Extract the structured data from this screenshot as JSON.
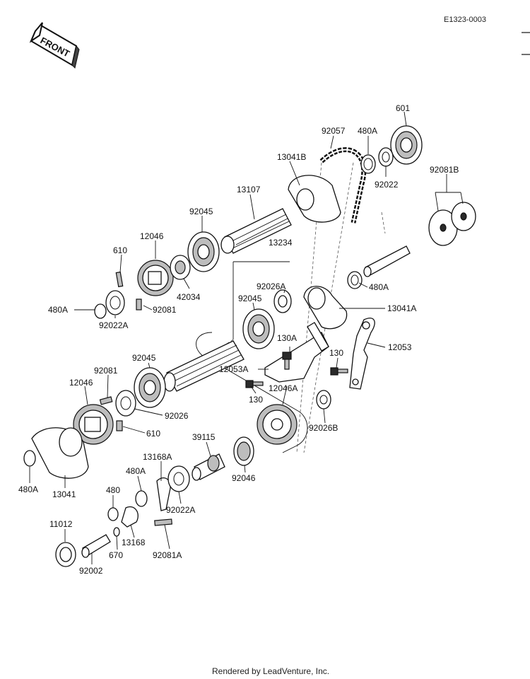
{
  "document_id": "E1323-0003",
  "front_label": "FRONT",
  "footer": "Rendered by LeadVenture, Inc.",
  "parts": {
    "p601": "601",
    "p92057": "92057",
    "p480A_top": "480A",
    "p13041B": "13041B",
    "p92022": "92022",
    "p92081B": "92081B",
    "p13107": "13107",
    "p92045_a": "92045",
    "p12046_a": "12046",
    "p610_a": "610",
    "p42034": "42034",
    "p13234": "13234",
    "p480A_right": "480A",
    "p92026A": "92026A",
    "p13041A": "13041A",
    "p480A_left": "480A",
    "p92081_a": "92081",
    "p92022A_a": "92022A",
    "p92045_b": "92045",
    "p130A": "130A",
    "p12053": "12053",
    "p130_right": "130",
    "p92045_c": "92045",
    "p12053A": "12053A",
    "p92081_b": "92081",
    "p12046A": "12046A",
    "p130_mid": "130",
    "p12046_b": "12046",
    "p92026": "92026",
    "p92026B": "92026B",
    "p610_b": "610",
    "p39115": "39115",
    "p13168A": "13168A",
    "p480A_mid": "480A",
    "p92046": "92046",
    "p480A_bottom": "480A",
    "p13041": "13041",
    "p480": "480",
    "p92022A_b": "92022A",
    "p11012": "11012",
    "p13168": "13168",
    "p670": "670",
    "p92081A": "92081A",
    "p92002": "92002"
  }
}
